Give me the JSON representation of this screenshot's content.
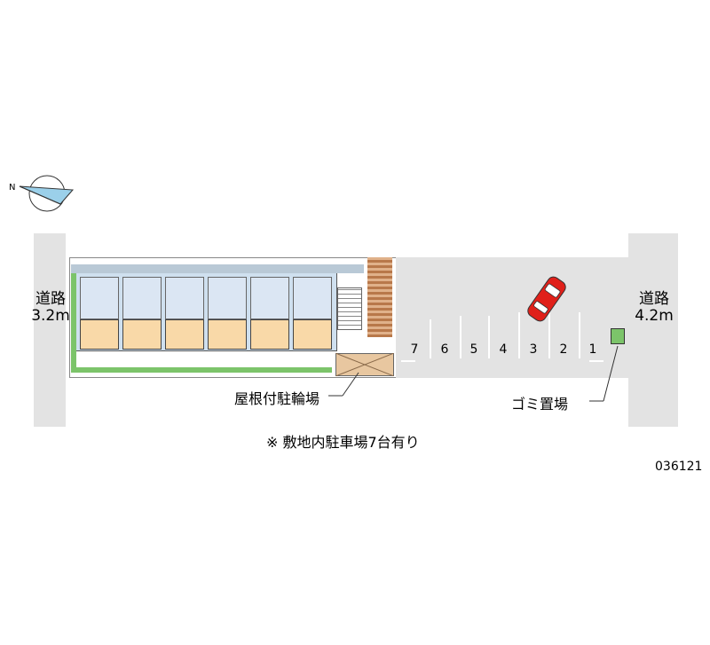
{
  "road_left": {
    "label": "道路\n3.2m"
  },
  "road_right": {
    "label": "道路\n4.2m"
  },
  "parking": {
    "spaces": [
      "7",
      "6",
      "5",
      "4",
      "3",
      "2",
      "1"
    ]
  },
  "bicycle_parking": {
    "label": "屋根付駐輪場"
  },
  "garbage": {
    "label": "ゴミ置場"
  },
  "note": "※ 敷地内駐車場7台有り",
  "code": "036121",
  "colors": {
    "road": "#e3e3e3",
    "room": "#f9d9a8",
    "car": "#e0201a",
    "hedge": "#7cc46a",
    "bike_shelter": "#e8c7a0",
    "compass": "#9bd0ea"
  },
  "icons": {
    "compass": "north-arrow-icon",
    "car": "car-icon"
  }
}
